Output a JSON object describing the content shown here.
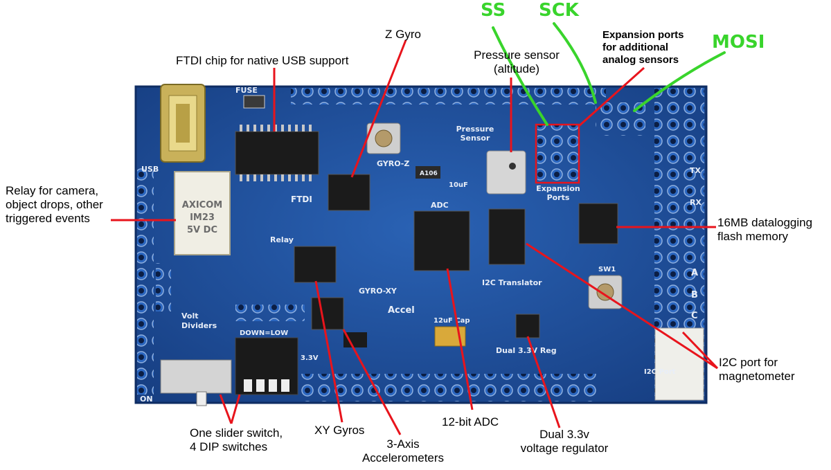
{
  "labels": {
    "z_gyro": "Z Gyro",
    "ftdi": "FTDI chip for native USB support",
    "pressure": [
      "Pressure sensor",
      "(altitude)"
    ],
    "expansion": [
      "Expansion ports",
      "for additional",
      "analog sensors"
    ],
    "relay": [
      "Relay for camera,",
      "object drops, other",
      "triggered events"
    ],
    "flash": [
      "16MB datalogging",
      "flash memory"
    ],
    "i2c_port": [
      "I2C port for",
      "magnetometer"
    ],
    "slider": [
      "One slider switch,",
      "4 DIP switches"
    ],
    "xy_gyros": "XY Gyros",
    "accel": [
      "3-Axis",
      "Accelerometers"
    ],
    "adc": "12-bit ADC",
    "regulator": [
      "Dual 3.3v",
      "voltage regulator"
    ]
  },
  "spi_labels": {
    "ss": "SS",
    "sck": "SCK",
    "mosi": "MOSI"
  },
  "board_silkscreen": {
    "fuse": "FUSE",
    "usb": "USB",
    "ftdi": "FTDI",
    "gyro_z": "GYRO-Z",
    "pressure": [
      "Pressure",
      "Sensor"
    ],
    "expansion": [
      "Expansion",
      "Ports"
    ],
    "adc": "ADC",
    "gyro_xy": "GYRO-XY",
    "accel": "Accel",
    "relay": "Relay",
    "volt_dividers": [
      "Volt",
      "Dividers"
    ],
    "dip": "DOWN=LOW",
    "on": "ON",
    "v33": "3.3V",
    "i2c_translator": "I2C Translator",
    "dual_reg": "Dual 3.3V Reg",
    "cap": "12uF Cap",
    "sw1": "SW1",
    "i2c_port": "I2C Port",
    "tx": "TX",
    "rx": "RX",
    "abc": [
      "A",
      "B",
      "C"
    ],
    "relay_part": [
      "AXICOM",
      "IM23",
      "5V DC"
    ],
    "cap_10uf": "10uF",
    "cap_a106": "A106"
  },
  "colors": {
    "callout_line": "#e8141c",
    "spi_line": "#39d42c",
    "board": "#1e4f9c",
    "silkscreen": "#e8eef8"
  }
}
